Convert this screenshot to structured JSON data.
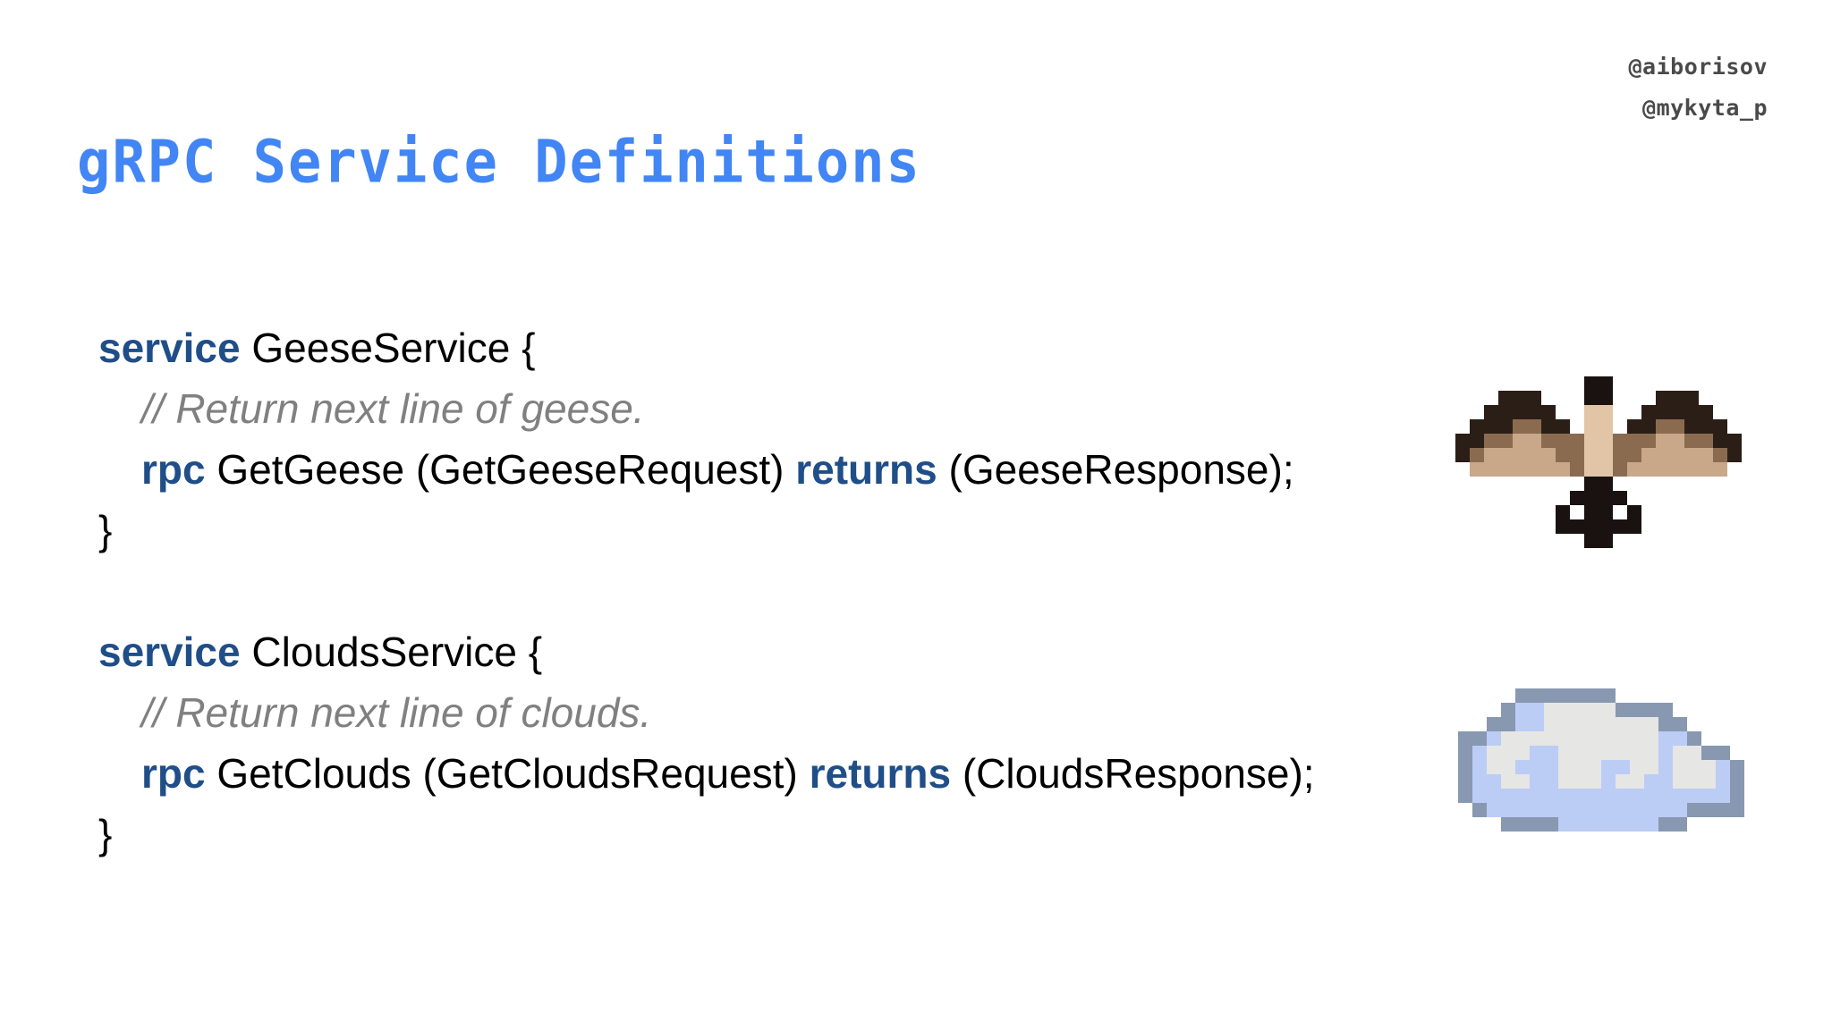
{
  "slide": {
    "title": "gRPC Service Definitions",
    "title_color": "#4285f4",
    "background_color": "#ffffff"
  },
  "handles": [
    {
      "name": "handle-aiborisov",
      "text": "@aiborisov"
    },
    {
      "name": "handle-mykyta-p",
      "text": "@mykyta_p"
    }
  ],
  "code": {
    "keyword_color": "#1f4e88",
    "comment_color": "#808080",
    "text_color": "#000000",
    "blocks": [
      {
        "id": "geese-service",
        "lines": [
          {
            "kind": "open",
            "keyword": "service",
            "rest": " GeeseService {"
          },
          {
            "kind": "comment",
            "text": "// Return next line of geese."
          },
          {
            "kind": "rpc",
            "keyword": "rpc",
            "mid": " GetGeese (GetGeeseRequest) ",
            "keyword2": "returns",
            "tail": " (GeeseResponse);"
          },
          {
            "kind": "close",
            "text": "}"
          }
        ]
      },
      {
        "id": "clouds-service",
        "lines": [
          {
            "kind": "open",
            "keyword": "service",
            "rest": " CloudsService {"
          },
          {
            "kind": "comment",
            "text": "// Return next line of clouds."
          },
          {
            "kind": "rpc",
            "keyword": "rpc",
            "mid": " GetClouds (GetCloudsRequest) ",
            "keyword2": "returns",
            "tail": " (CloudsResponse);"
          },
          {
            "kind": "close",
            "text": "}"
          }
        ]
      }
    ]
  },
  "sprites": {
    "goose": {
      "name": "goose-pixel-art",
      "alt": "pixel art flying goose",
      "palette": {
        "_": "transparent",
        "k": "#191210",
        "d": "#2b1e16",
        "b": "#8b6b50",
        "t": "#c9a88a",
        "l": "#e2c4a6"
      },
      "rows": [
        "_________kk_________",
        "___ddd___kk___ddd___",
        "__ddddd__ll__ddddd__",
        "_dddbbdd_ll_ddbbddd_",
        "ddbbttbbbllbbbttbbdd",
        "dbtttttbbllbbttttt bd",
        "_tttttttbllbttttttt_",
        "_________kk_________",
        "________kkkk________",
        "_______k_kk_k_______",
        "_______kkkkkk_______",
        "_________kk_________"
      ]
    },
    "cloud": {
      "name": "cloud-pixel-art",
      "alt": "pixel art cloud",
      "palette": {
        "_": "transparent",
        "o": "#8898b0",
        "c": "#bbccf5",
        "w": "#e6e6e4"
      },
      "rows": [
        "____ooooooo_________",
        "___occwwwwwoooo_____",
        "__ooccwwwwwwwwoo____",
        "oocwwwwwwwwwwwcco___",
        "ocwwwccwwwwwwwcwwoo_",
        "ocwwcccwwwccwwcwwwco",
        "occwwccwwwcwwccwwwco",
        "occcccccccccccccccco",
        "_occccccccccccccoooo",
        "___oooocccccccoo____"
      ]
    }
  }
}
